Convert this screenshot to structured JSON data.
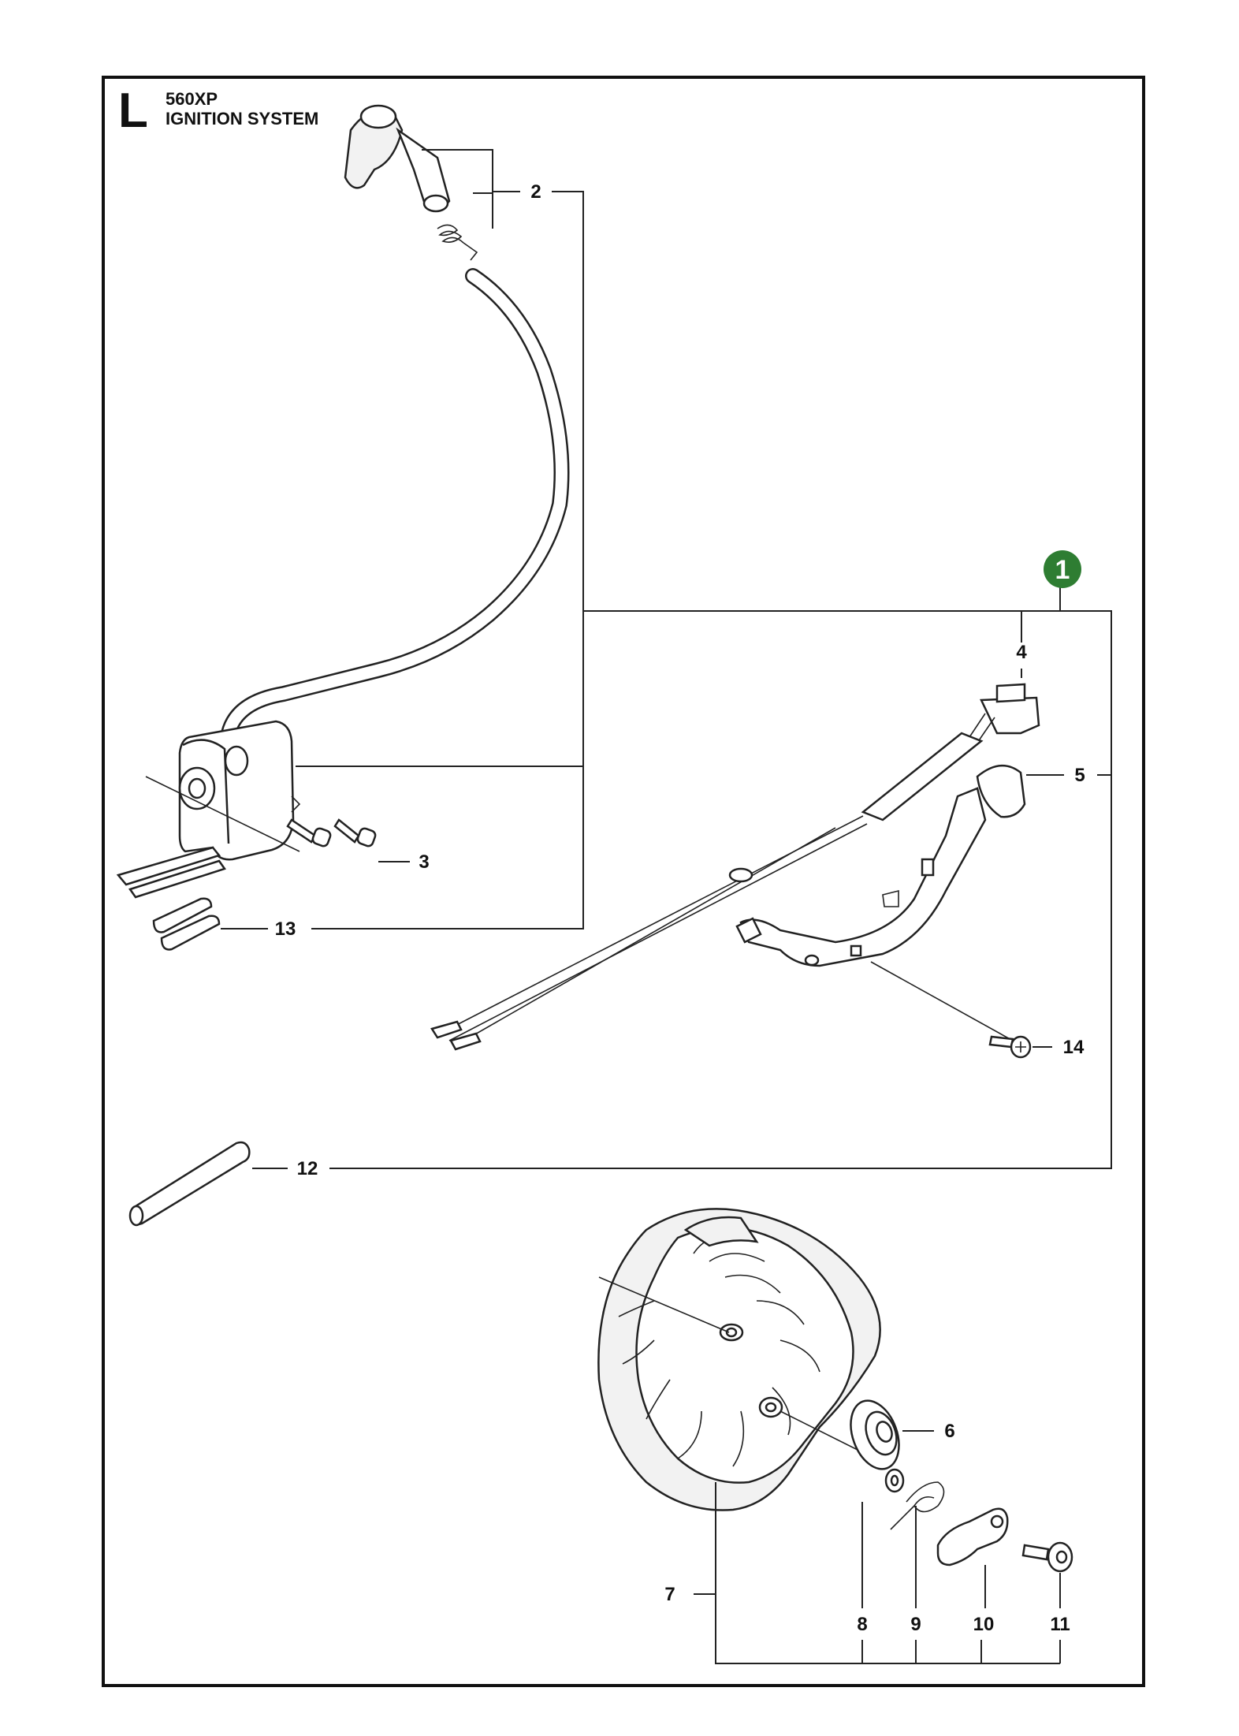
{
  "header": {
    "section_letter": "L",
    "model": "560XP",
    "title": "IGNITION SYSTEM"
  },
  "badge": {
    "label": "1",
    "color": "#2e7d32"
  },
  "callouts": [
    "2",
    "3",
    "4",
    "5",
    "6",
    "7",
    "8",
    "9",
    "10",
    "11",
    "12",
    "13",
    "14"
  ],
  "colors": {
    "line": "#222222",
    "frame": "#111111",
    "badge": "#2e7d32"
  }
}
